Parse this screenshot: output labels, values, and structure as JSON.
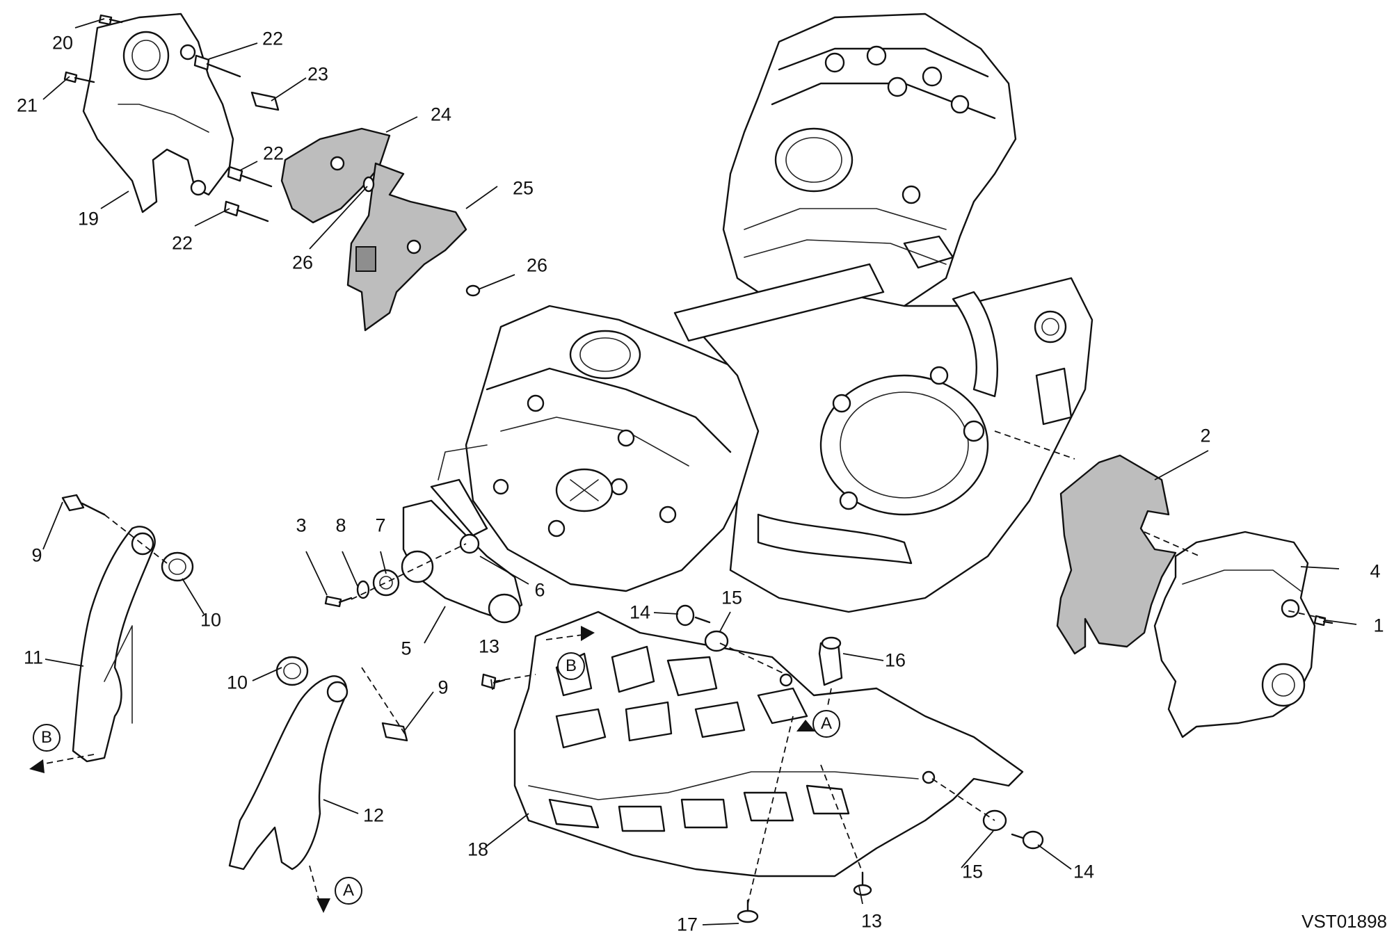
{
  "diagram": {
    "code": "VST01898",
    "part_labels": [
      "1",
      "2",
      "3",
      "4",
      "5",
      "6",
      "7",
      "8",
      "9",
      "9",
      "10",
      "10",
      "11",
      "12",
      "13",
      "13",
      "14",
      "14",
      "15",
      "15",
      "16",
      "17",
      "18",
      "19",
      "20",
      "21",
      "22",
      "22",
      "22",
      "23",
      "24",
      "25",
      "26",
      "26"
    ],
    "reference_marks": [
      "A",
      "A",
      "B",
      "B"
    ]
  }
}
